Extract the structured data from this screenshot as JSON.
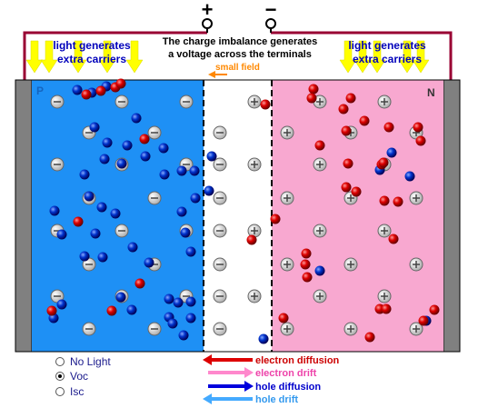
{
  "terminals": {
    "positive": "+",
    "negative": "−"
  },
  "labels": {
    "left_light": [
      "light generates",
      "extra carriers"
    ],
    "right_light": [
      "light generates",
      "extra carriers"
    ],
    "imbalance": [
      "The charge imbalance generates",
      "a voltage across the terminals"
    ],
    "small_field": "small field",
    "p_region": "P",
    "n_region": "N"
  },
  "legend": [
    {
      "label": "electron diffusion",
      "color": "#dd0000",
      "text_color": "#cc0000"
    },
    {
      "label": "electron drift",
      "color": "#ff88cc",
      "text_color": "#ee44aa"
    },
    {
      "label": "hole diffusion",
      "color": "#0000dd",
      "text_color": "#0000cc"
    },
    {
      "label": "hole drift",
      "color": "#44aaff",
      "text_color": "#3399ee"
    }
  ],
  "light_options": [
    {
      "label": "No Light",
      "selected": false
    },
    {
      "label": "Voc",
      "selected": true
    },
    {
      "label": "Isc",
      "selected": false
    }
  ],
  "colors": {
    "p_region": "#1e90f5",
    "n_region": "#f8a8d0",
    "depletion": "#ffffff",
    "contact": "#808080",
    "circuit_wire": "#990033",
    "light_arrow": "#ffff00",
    "electron": "#cc0000",
    "hole_carrier": "#0033cc"
  }
}
